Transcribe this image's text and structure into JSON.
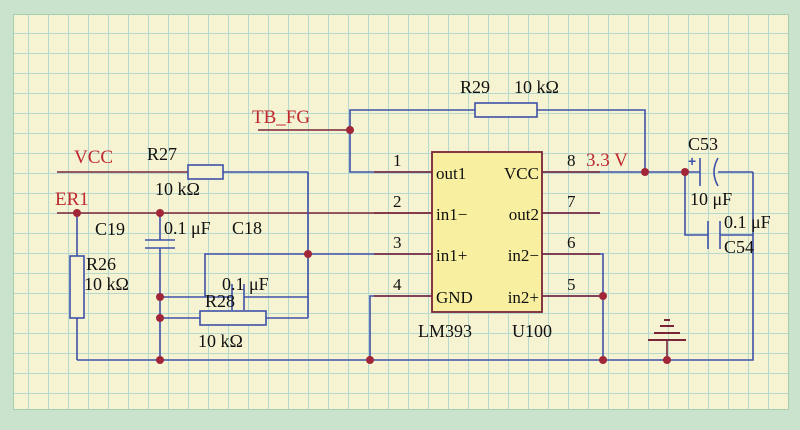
{
  "net_labels": {
    "vcc": "VCC",
    "er1": "ER1",
    "tb_fg": "TB_FG",
    "v33": "3.3 V"
  },
  "components": {
    "r27": {
      "ref": "R27",
      "value": "10 kΩ"
    },
    "r26": {
      "ref": "R26",
      "value": "10 kΩ"
    },
    "r28": {
      "ref": "R28",
      "value": "10 kΩ"
    },
    "r29": {
      "ref": "R29",
      "value": "10 kΩ"
    },
    "c19": {
      "ref": "C19",
      "value": "0.1 μF"
    },
    "c18": {
      "ref": "C18",
      "value": "0.1 μF"
    },
    "c53": {
      "ref": "C53",
      "value": "10 μF"
    },
    "c54": {
      "ref": "C54",
      "value": "0.1 μF"
    }
  },
  "chip": {
    "part": "LM393",
    "ref": "U100",
    "left_pins": [
      {
        "num": "1",
        "name": "out1"
      },
      {
        "num": "2",
        "name": "in1−"
      },
      {
        "num": "3",
        "name": "in1+"
      },
      {
        "num": "4",
        "name": "GND"
      }
    ],
    "right_pins": [
      {
        "num": "8",
        "name": "VCC"
      },
      {
        "num": "7",
        "name": "out2"
      },
      {
        "num": "6",
        "name": "in2−"
      },
      {
        "num": "5",
        "name": "in2+"
      }
    ]
  },
  "colors": {
    "wire": "#3f51a8",
    "net_label": "#c0282f",
    "junction": "#a12638",
    "chip_fill": "#f8f0a0",
    "background": "#f5f3d2"
  }
}
